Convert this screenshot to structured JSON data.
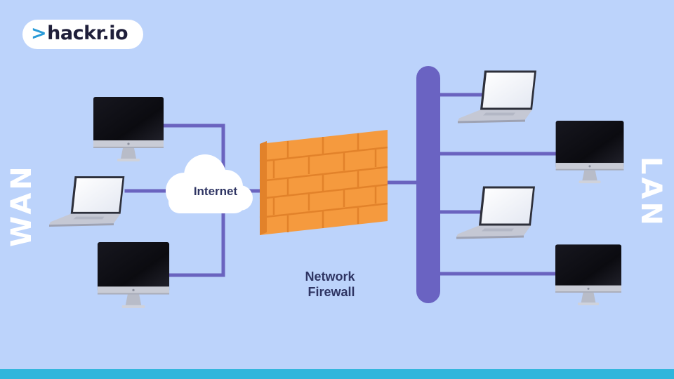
{
  "brand": {
    "prefix": ">",
    "name": "hackr.io"
  },
  "labels": {
    "wan": "WAN",
    "lan": "LAN",
    "internet": "Internet",
    "firewall_line1": "Network",
    "firewall_line2": "Firewall"
  },
  "colors": {
    "background": "#bcd3fb",
    "link": "#6a63bf",
    "bus": "#6a63c2",
    "firewall": "#f59a3e",
    "firewall_shadow": "#e2822a",
    "accent": "#2fb6dc",
    "screen": "#0c0c12",
    "body": "#c7c9d3"
  },
  "devices": {
    "wan": [
      "desktop-icon",
      "laptop-icon",
      "desktop-icon"
    ],
    "lan": [
      "laptop-icon",
      "desktop-icon",
      "laptop-icon",
      "desktop-icon"
    ]
  }
}
